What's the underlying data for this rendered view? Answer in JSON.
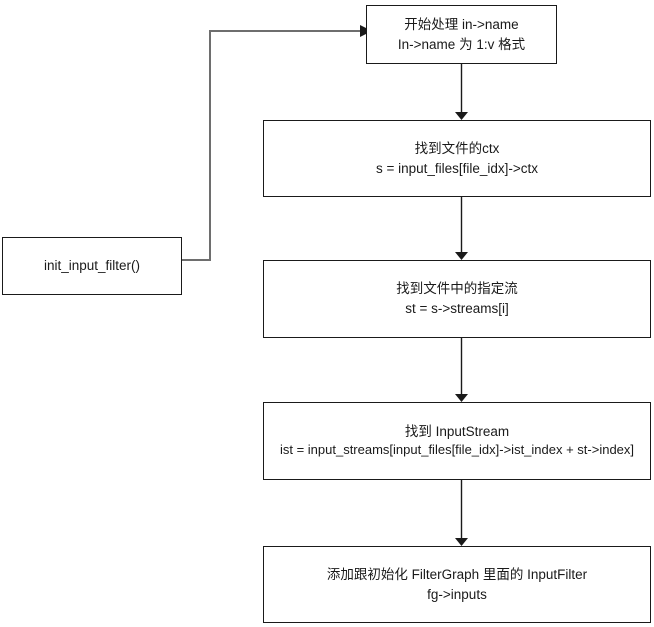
{
  "diagram": {
    "type": "flowchart",
    "title": "",
    "background_color": "#ffffff",
    "node_border_color": "#1a1a1a",
    "connector_colors": {
      "main_flow": "#1a1a1a",
      "entry_call": "#6e6e6e"
    },
    "nodes": [
      {
        "id": "start",
        "name": "start-processing",
        "line1": "开始处理 in->name",
        "line2": "In->name 为 1:v 格式"
      },
      {
        "id": "init",
        "name": "init-input-filter",
        "line1": "init_input_filter()",
        "line2": ""
      },
      {
        "id": "ctx",
        "name": "find-file-ctx",
        "line1": "找到文件的ctx",
        "line2": "s = input_files[file_idx]->ctx"
      },
      {
        "id": "stream",
        "name": "find-specified-stream",
        "line1": "找到文件中的指定流",
        "line2": "st = s->streams[i]"
      },
      {
        "id": "ist",
        "name": "find-input-stream",
        "line1": "找到 InputStream",
        "line2": "ist = input_streams[input_files[file_idx]->ist_index + st->index]"
      },
      {
        "id": "fg",
        "name": "add-init-filtergraph-inputfilter",
        "line1": "添加跟初始化 FilterGraph 里面的 InputFilter",
        "line2": "fg->inputs"
      }
    ],
    "edges": [
      {
        "from": "init",
        "to": "start",
        "label": "",
        "style": "orthogonal"
      },
      {
        "from": "start",
        "to": "ctx",
        "label": "",
        "style": "straight"
      },
      {
        "from": "ctx",
        "to": "stream",
        "label": "",
        "style": "straight"
      },
      {
        "from": "stream",
        "to": "ist",
        "label": "",
        "style": "straight"
      },
      {
        "from": "ist",
        "to": "fg",
        "label": "",
        "style": "straight"
      }
    ]
  }
}
